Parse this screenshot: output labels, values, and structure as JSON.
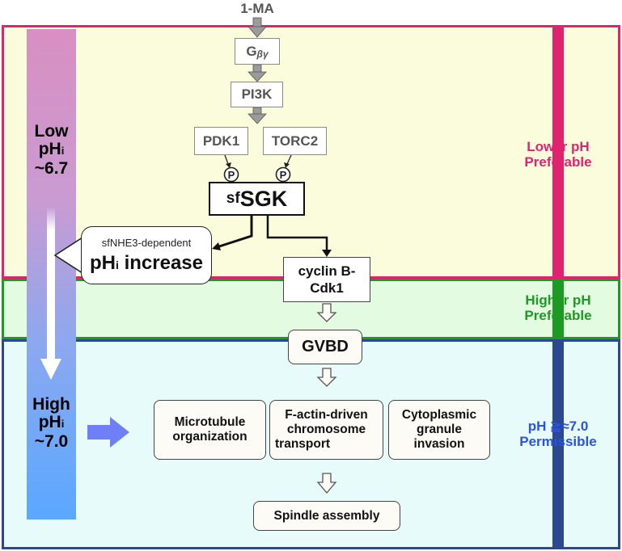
{
  "inputs": {
    "stimulus": "1-MA"
  },
  "pathway": {
    "gbg_label": "G",
    "gbg_sub": "βγ",
    "pi3k": "PI3K",
    "pdk1": "PDK1",
    "torc2": "TORC2",
    "phospho": "P",
    "sgk_prefix": "sf",
    "sgk_main": "SGK",
    "cyclin_line1": "cyclin B-",
    "cyclin_line2": "Cdk1",
    "gvbd": "GVBD",
    "nhe3": "sfNHE3-dependent",
    "phi_increase_ph": "pH",
    "phi_increase_i": "i",
    "phi_increase_rest": " increase"
  },
  "outputs": {
    "microtubule_line1": "Microtubule",
    "microtubule_line2": "organization",
    "factin_line1": "F-actin-driven",
    "factin_line2": "chromosome",
    "factin_line3": "transport",
    "granule_line1": "Cytoplasmic",
    "granule_line2": "granule",
    "granule_line3": "invasion",
    "spindle": "Spindle assembly"
  },
  "ph_bar": {
    "low_line1": "Low",
    "low_ph": "pH",
    "low_i": "i",
    "low_value": "~6.7",
    "high_line1": "High",
    "high_ph": "pH",
    "high_i": "i",
    "high_value": "~7.0"
  },
  "zones": {
    "lower_line1": "Lower pH",
    "lower_line2": "Preferable",
    "higher_line1": "Higher pH",
    "higher_line2": "Preferable",
    "permissible_line1": "pH ≧≈7.0",
    "permissible_line2": "Permissible"
  },
  "colors": {
    "lower_zone_border": "#e0236f",
    "lower_zone_fill": "#fbfcdc",
    "higher_zone_border": "#1c9a22",
    "higher_zone_fill": "#e3fbe0",
    "permissible_zone_border": "#2b4890",
    "permissible_zone_fill": "#e8fbfb",
    "lower_label": "#e0236f",
    "higher_label": "#1c9a22",
    "permissible_label": "#2b52e0",
    "arrow_blue": "#6f7ff5",
    "ph_gradient_top": "#d98fc1",
    "ph_gradient_bottom": "#5aa8ff"
  }
}
